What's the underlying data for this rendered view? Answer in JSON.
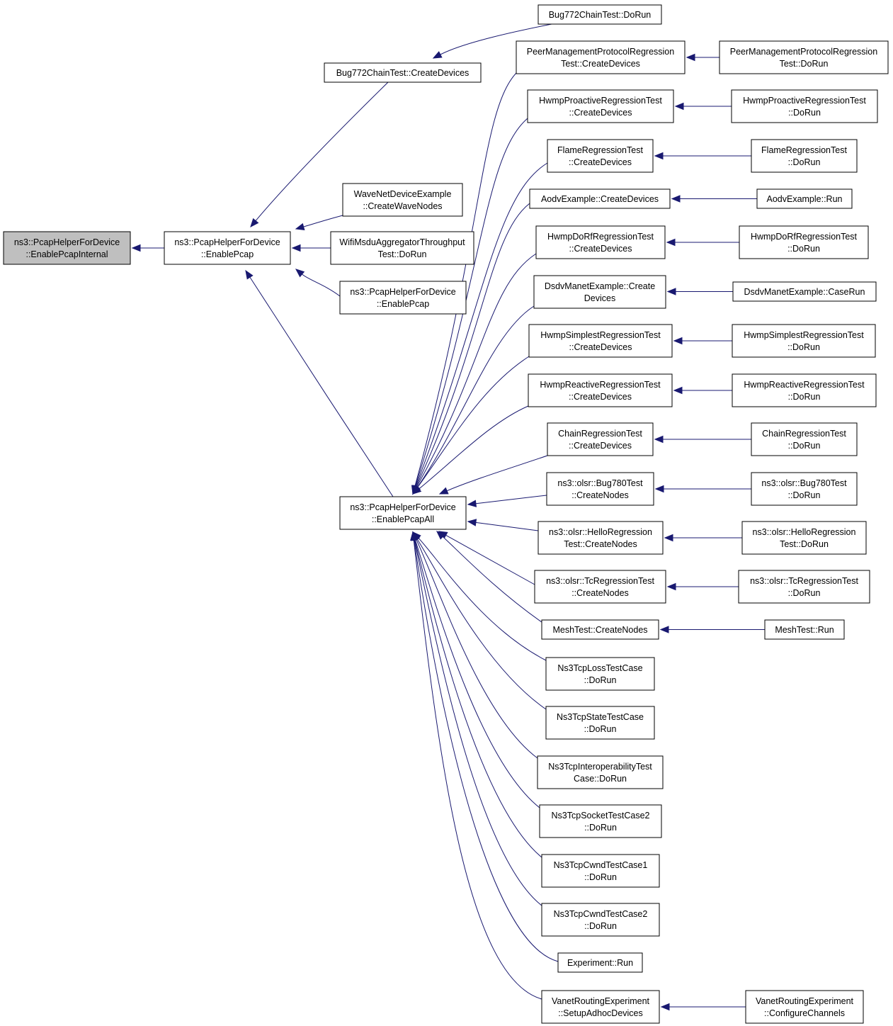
{
  "graph": {
    "title": "",
    "nodes": [
      {
        "id": "root",
        "lines": [
          "ns3::PcapHelperForDevice",
          "::EnablePcapInternal"
        ],
        "highlight": true
      },
      {
        "id": "enablePcap",
        "lines": [
          "ns3::PcapHelperForDevice",
          "::EnablePcap"
        ]
      },
      {
        "id": "bug772Create",
        "lines": [
          "Bug772ChainTest::CreateDevices"
        ]
      },
      {
        "id": "bug772Run",
        "lines": [
          "Bug772ChainTest::DoRun"
        ]
      },
      {
        "id": "waveNet",
        "lines": [
          "WaveNetDeviceExample",
          "::CreateWaveNodes"
        ]
      },
      {
        "id": "wifiMsdu",
        "lines": [
          "WifiMsduAggregatorThroughput",
          "Test::DoRun"
        ]
      },
      {
        "id": "enablePcap2",
        "lines": [
          "ns3::PcapHelperForDevice",
          "::EnablePcap"
        ]
      },
      {
        "id": "enablePcapAll",
        "lines": [
          "ns3::PcapHelperForDevice",
          "::EnablePcapAll"
        ]
      },
      {
        "id": "pmpCreate",
        "lines": [
          "PeerManagementProtocolRegression",
          "Test::CreateDevices"
        ]
      },
      {
        "id": "pmpRun",
        "lines": [
          "PeerManagementProtocolRegression",
          "Test::DoRun"
        ]
      },
      {
        "id": "hwmpProCreate",
        "lines": [
          "HwmpProactiveRegressionTest",
          "::CreateDevices"
        ]
      },
      {
        "id": "hwmpProRun",
        "lines": [
          "HwmpProactiveRegressionTest",
          "::DoRun"
        ]
      },
      {
        "id": "flameCreate",
        "lines": [
          "FlameRegressionTest",
          "::CreateDevices"
        ]
      },
      {
        "id": "flameRun",
        "lines": [
          "FlameRegressionTest",
          "::DoRun"
        ]
      },
      {
        "id": "aodvCreate",
        "lines": [
          "AodvExample::CreateDevices"
        ]
      },
      {
        "id": "aodvRun",
        "lines": [
          "AodvExample::Run"
        ]
      },
      {
        "id": "hwmpDoRfCreate",
        "lines": [
          "HwmpDoRfRegressionTest",
          "::CreateDevices"
        ]
      },
      {
        "id": "hwmpDoRfRun",
        "lines": [
          "HwmpDoRfRegressionTest",
          "::DoRun"
        ]
      },
      {
        "id": "dsdvCreate",
        "lines": [
          "DsdvManetExample::Create",
          "Devices"
        ]
      },
      {
        "id": "dsdvRun",
        "lines": [
          "DsdvManetExample::CaseRun"
        ]
      },
      {
        "id": "hwmpSimCreate",
        "lines": [
          "HwmpSimplestRegressionTest",
          "::CreateDevices"
        ]
      },
      {
        "id": "hwmpSimRun",
        "lines": [
          "HwmpSimplestRegressionTest",
          "::DoRun"
        ]
      },
      {
        "id": "hwmpReaCreate",
        "lines": [
          "HwmpReactiveRegressionTest",
          "::CreateDevices"
        ]
      },
      {
        "id": "hwmpReaRun",
        "lines": [
          "HwmpReactiveRegressionTest",
          "::DoRun"
        ]
      },
      {
        "id": "chainCreate",
        "lines": [
          "ChainRegressionTest",
          "::CreateDevices"
        ]
      },
      {
        "id": "chainRun",
        "lines": [
          "ChainRegressionTest",
          "::DoRun"
        ]
      },
      {
        "id": "bug780Create",
        "lines": [
          "ns3::olsr::Bug780Test",
          "::CreateNodes"
        ]
      },
      {
        "id": "bug780Run",
        "lines": [
          "ns3::olsr::Bug780Test",
          "::DoRun"
        ]
      },
      {
        "id": "helloCreate",
        "lines": [
          "ns3::olsr::HelloRegression",
          "Test::CreateNodes"
        ]
      },
      {
        "id": "helloRun",
        "lines": [
          "ns3::olsr::HelloRegression",
          "Test::DoRun"
        ]
      },
      {
        "id": "tcCreate",
        "lines": [
          "ns3::olsr::TcRegressionTest",
          "::CreateNodes"
        ]
      },
      {
        "id": "tcRun",
        "lines": [
          "ns3::olsr::TcRegressionTest",
          "::DoRun"
        ]
      },
      {
        "id": "meshCreate",
        "lines": [
          "MeshTest::CreateNodes"
        ]
      },
      {
        "id": "meshRun",
        "lines": [
          "MeshTest::Run"
        ]
      },
      {
        "id": "tcpLoss",
        "lines": [
          "Ns3TcpLossTestCase",
          "::DoRun"
        ]
      },
      {
        "id": "tcpState",
        "lines": [
          "Ns3TcpStateTestCase",
          "::DoRun"
        ]
      },
      {
        "id": "tcpInterop",
        "lines": [
          "Ns3TcpInteroperabilityTest",
          "Case::DoRun"
        ]
      },
      {
        "id": "tcpSocket",
        "lines": [
          "Ns3TcpSocketTestCase2",
          "::DoRun"
        ]
      },
      {
        "id": "tcpCwnd1",
        "lines": [
          "Ns3TcpCwndTestCase1",
          "::DoRun"
        ]
      },
      {
        "id": "tcpCwnd2",
        "lines": [
          "Ns3TcpCwndTestCase2",
          "::DoRun"
        ]
      },
      {
        "id": "experiment",
        "lines": [
          "Experiment::Run"
        ]
      },
      {
        "id": "vanetSetup",
        "lines": [
          "VanetRoutingExperiment",
          "::SetupAdhocDevices"
        ]
      },
      {
        "id": "vanetConfig",
        "lines": [
          "VanetRoutingExperiment",
          "::ConfigureChannels"
        ]
      }
    ],
    "edges": [
      {
        "from": "enablePcap",
        "to": "root"
      },
      {
        "from": "bug772Create",
        "to": "enablePcap"
      },
      {
        "from": "bug772Run",
        "to": "bug772Create"
      },
      {
        "from": "waveNet",
        "to": "enablePcap"
      },
      {
        "from": "wifiMsdu",
        "to": "enablePcap"
      },
      {
        "from": "enablePcap2",
        "to": "enablePcap"
      },
      {
        "from": "enablePcapAll",
        "to": "enablePcap"
      },
      {
        "from": "pmpCreate",
        "to": "enablePcapAll"
      },
      {
        "from": "pmpRun",
        "to": "pmpCreate"
      },
      {
        "from": "hwmpProCreate",
        "to": "enablePcapAll"
      },
      {
        "from": "hwmpProRun",
        "to": "hwmpProCreate"
      },
      {
        "from": "flameCreate",
        "to": "enablePcapAll"
      },
      {
        "from": "flameRun",
        "to": "flameCreate"
      },
      {
        "from": "aodvCreate",
        "to": "enablePcapAll"
      },
      {
        "from": "aodvRun",
        "to": "aodvCreate"
      },
      {
        "from": "hwmpDoRfCreate",
        "to": "enablePcapAll"
      },
      {
        "from": "hwmpDoRfRun",
        "to": "hwmpDoRfCreate"
      },
      {
        "from": "dsdvCreate",
        "to": "enablePcapAll"
      },
      {
        "from": "dsdvRun",
        "to": "dsdvCreate"
      },
      {
        "from": "hwmpSimCreate",
        "to": "enablePcapAll"
      },
      {
        "from": "hwmpSimRun",
        "to": "hwmpSimCreate"
      },
      {
        "from": "hwmpReaCreate",
        "to": "enablePcapAll"
      },
      {
        "from": "hwmpReaRun",
        "to": "hwmpReaCreate"
      },
      {
        "from": "chainCreate",
        "to": "enablePcapAll"
      },
      {
        "from": "chainRun",
        "to": "chainCreate"
      },
      {
        "from": "bug780Create",
        "to": "enablePcapAll"
      },
      {
        "from": "bug780Run",
        "to": "bug780Create"
      },
      {
        "from": "helloCreate",
        "to": "enablePcapAll"
      },
      {
        "from": "helloRun",
        "to": "helloCreate"
      },
      {
        "from": "tcCreate",
        "to": "enablePcapAll"
      },
      {
        "from": "tcRun",
        "to": "tcCreate"
      },
      {
        "from": "meshCreate",
        "to": "enablePcapAll"
      },
      {
        "from": "meshRun",
        "to": "meshCreate"
      },
      {
        "from": "tcpLoss",
        "to": "enablePcapAll"
      },
      {
        "from": "tcpState",
        "to": "enablePcapAll"
      },
      {
        "from": "tcpInterop",
        "to": "enablePcapAll"
      },
      {
        "from": "tcpSocket",
        "to": "enablePcapAll"
      },
      {
        "from": "tcpCwnd1",
        "to": "enablePcapAll"
      },
      {
        "from": "tcpCwnd2",
        "to": "enablePcapAll"
      },
      {
        "from": "experiment",
        "to": "enablePcapAll"
      },
      {
        "from": "vanetSetup",
        "to": "enablePcapAll"
      },
      {
        "from": "vanetConfig",
        "to": "vanetSetup"
      }
    ]
  }
}
